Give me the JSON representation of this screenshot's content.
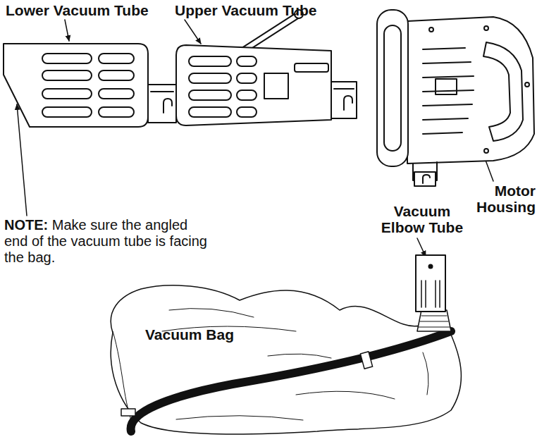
{
  "diagram": {
    "labels": [
      "Lower Vacuum Tube",
      "Upper Vacuum Tube",
      "NOTE:",
      "Make sure the angled end of the vacuum tube is facing the bag.",
      "Vacuum Elbow Tube",
      "Motor Housing",
      "Vacuum Bag"
    ]
  }
}
